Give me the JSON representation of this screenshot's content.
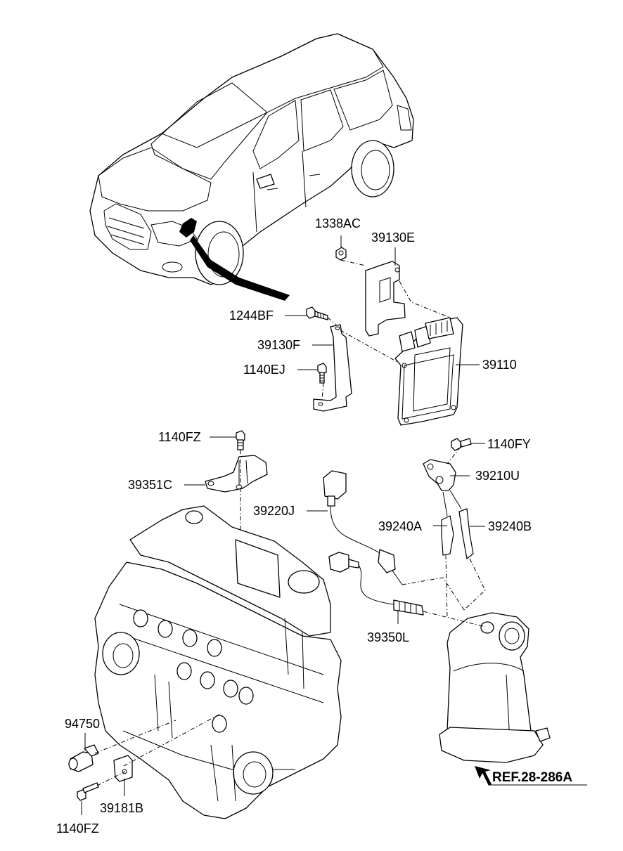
{
  "labels": {
    "p1338AC": "1338AC",
    "p39130E": "39130E",
    "p1244BF": "1244BF",
    "p39130F": "39130F",
    "p1140EJ": "1140EJ",
    "p39110": "39110",
    "p1140FZ_top": "1140FZ",
    "p39351C": "39351C",
    "p1140FY": "1140FY",
    "p39210U": "39210U",
    "p39220J": "39220J",
    "p39240A": "39240A",
    "p39240B": "39240B",
    "p39350L": "39350L",
    "p94750": "94750",
    "p39181B": "39181B",
    "p1140FZ_bottom": "1140FZ",
    "ref": "REF.28-286A"
  }
}
